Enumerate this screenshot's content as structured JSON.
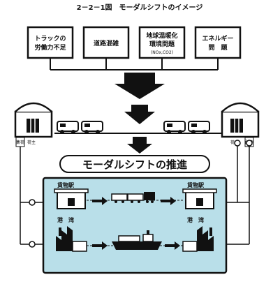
{
  "title": "2－2－1図　モーダルシフトのイメージ",
  "problems": [
    {
      "line1": "トラックの",
      "line2": "労働力不足",
      "line3": ""
    },
    {
      "line1": "道路混雑",
      "line2": "",
      "line3": ""
    },
    {
      "line1": "地球温暖化",
      "line2": "環境問題",
      "line3": "(NOx,CO2)"
    },
    {
      "line1": "エネルギー",
      "line2": "問　題",
      "line3": ""
    }
  ],
  "banner": "モーダルシフトの推進",
  "depots": {
    "left_label_a": "集荷",
    "left_label_b": "荷主",
    "right_label_a": "荷主",
    "right_label_b": "配達"
  },
  "rail": {
    "station_label_left": "貨物駅",
    "station_label_right": "貨物駅"
  },
  "sea": {
    "port_label_left": "港　湾",
    "port_label_right": "港　湾"
  },
  "colors": {
    "panel_bg": "#b9dfe9",
    "ink": "#111111",
    "arrow": "#111111"
  }
}
